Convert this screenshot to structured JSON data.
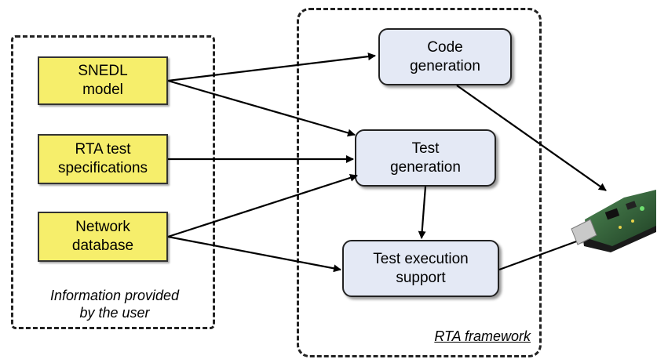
{
  "user_group": {
    "caption_line1": "Information provided",
    "caption_line2": "by the user",
    "inputs": [
      {
        "line1": "SNEDL",
        "line2": "model"
      },
      {
        "line1": "RTA test",
        "line2": "specifications"
      },
      {
        "line1": "Network",
        "line2": "database"
      }
    ]
  },
  "rta_group": {
    "caption": "RTA framework",
    "stages": [
      {
        "line1": "Code",
        "line2": "generation"
      },
      {
        "line1": "Test",
        "line2": "generation"
      },
      {
        "line1": "Test execution",
        "line2": "support"
      }
    ]
  },
  "device": {
    "icon": "sensor-node-device"
  },
  "colors": {
    "input_fill": "#f6ee6b",
    "stage_fill": "#e4e9f5",
    "pcb": "#2f5b34"
  }
}
